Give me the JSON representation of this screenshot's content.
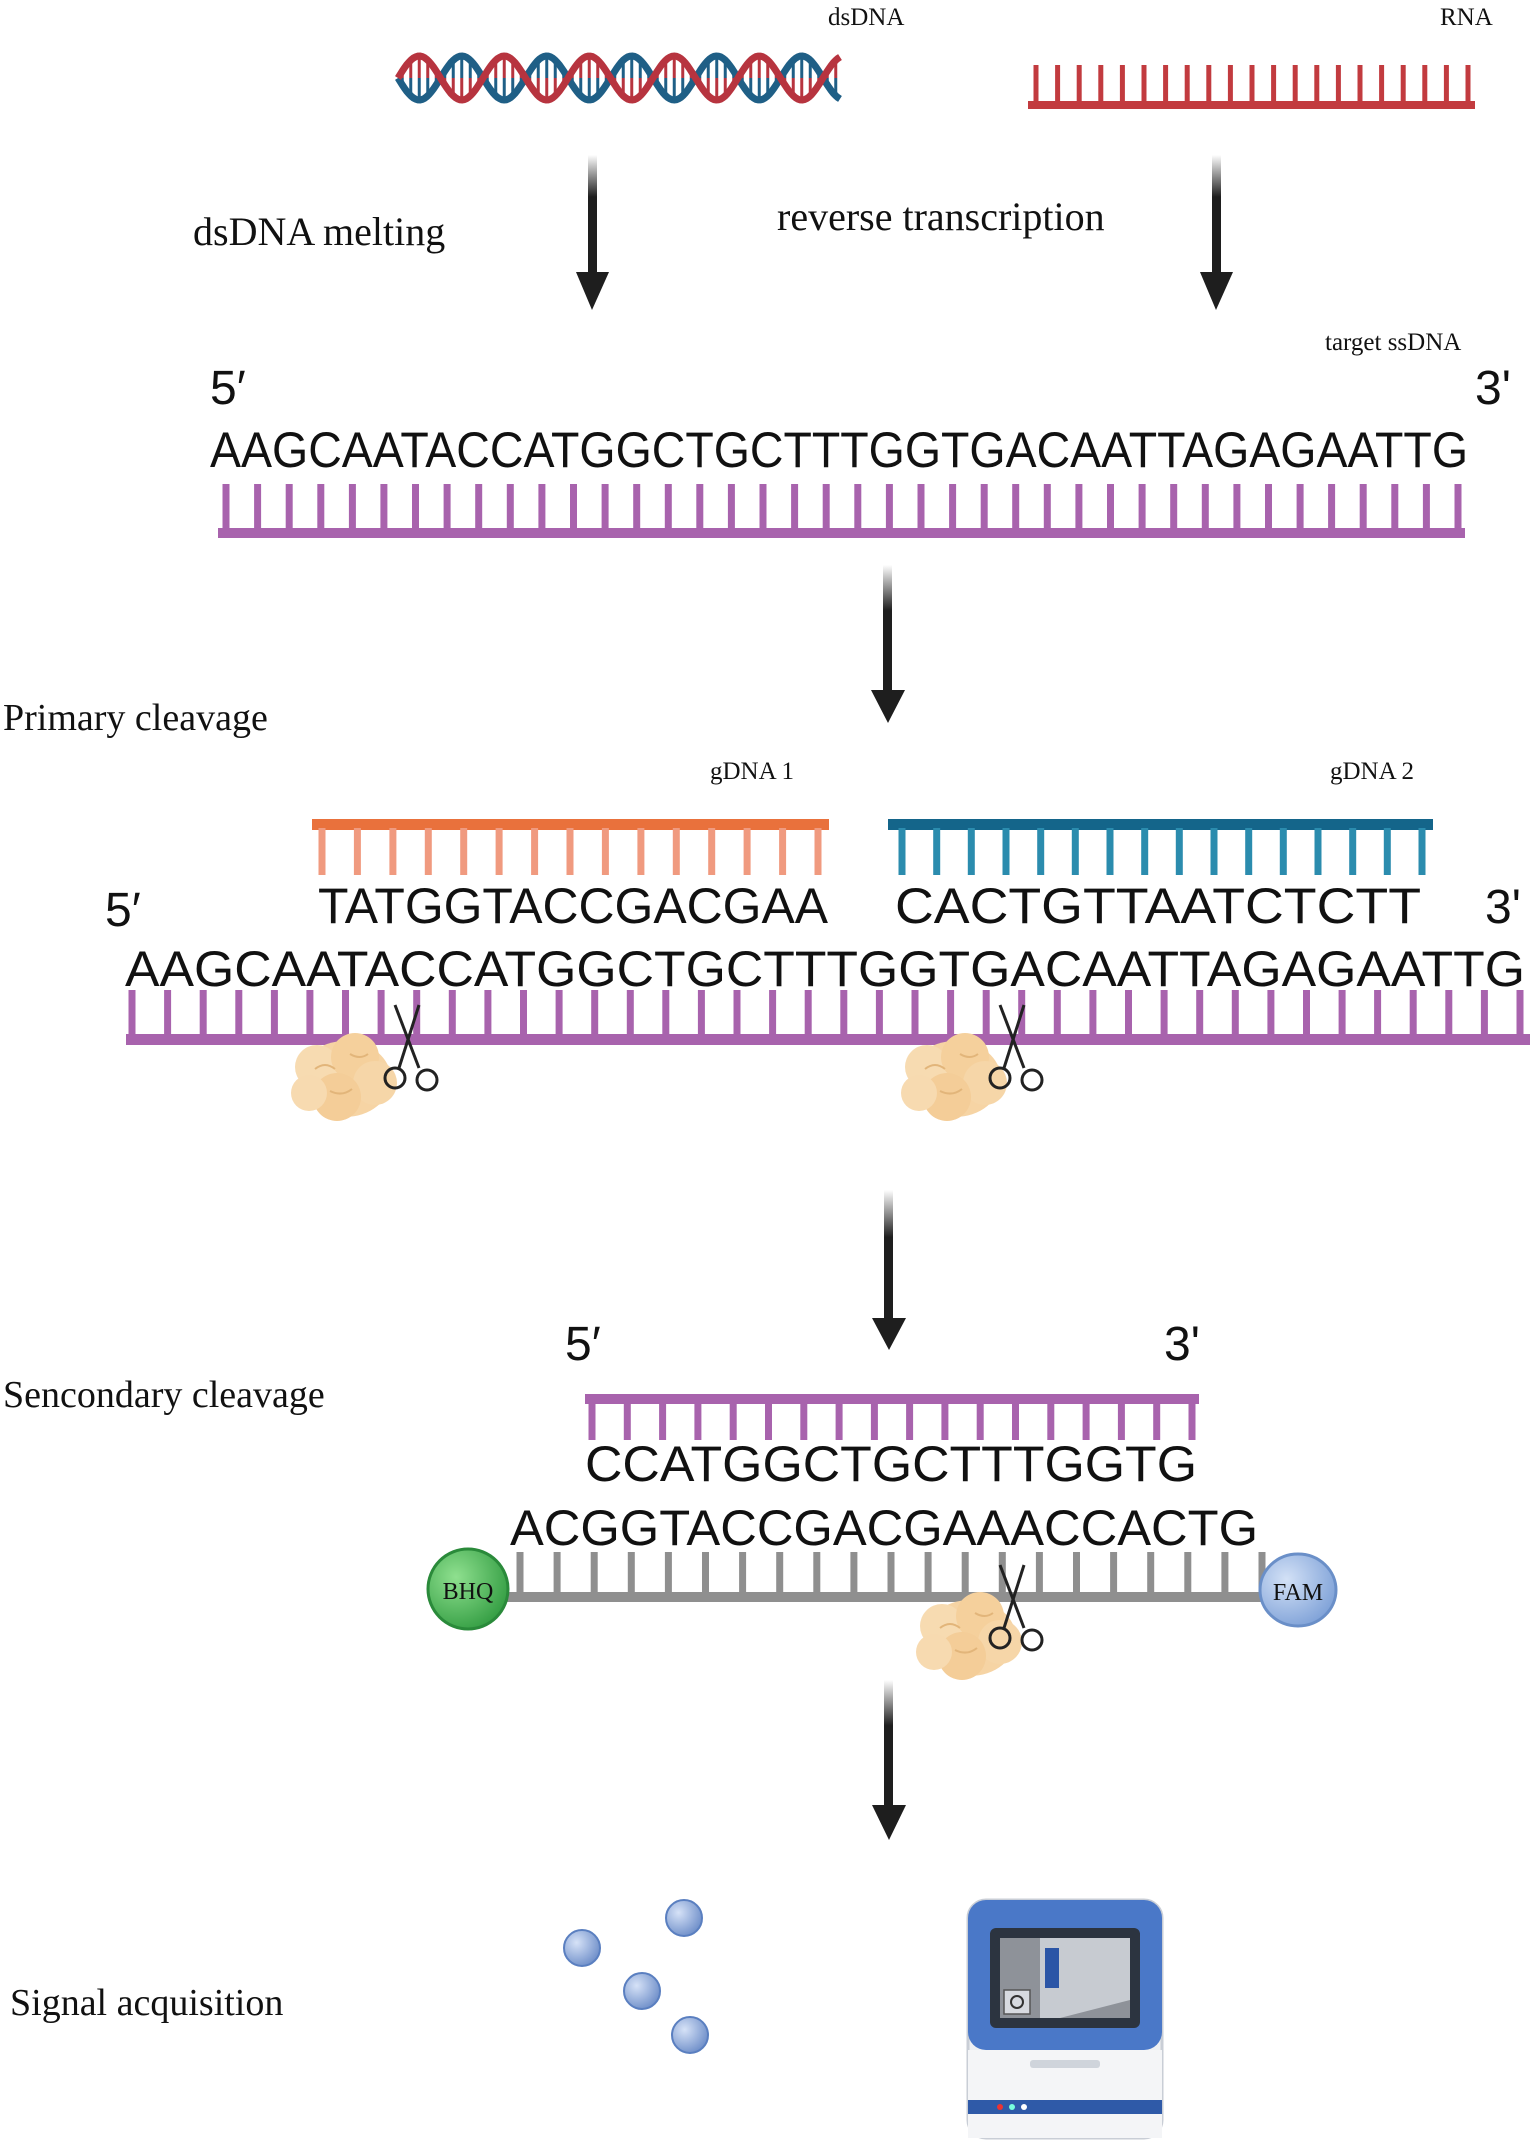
{
  "colors": {
    "dsdna_blue": "#1f5f86",
    "dsdna_red": "#b7343f",
    "rna_red": "#c23b3f",
    "target_purple": "#a863ad",
    "gdna1_orange": "#e9713c",
    "gdna1_light": "#f09a7f",
    "gdna2_blue": "#14658a",
    "gdna2_light": "#2b8cae",
    "reporter_gray": "#8f8f8f",
    "bhq_green": "#3aa84a",
    "fam_blue": "#87a9dc",
    "enzyme_peach": "#f6d4a4",
    "arrow": "#1e1e1e"
  },
  "top": {
    "dsdna_label": "dsDNA",
    "rna_label": "RNA",
    "melting_label": "dsDNA melting",
    "rt_label": "reverse transcription"
  },
  "target": {
    "label": "target ssDNA",
    "five_prime": "5′",
    "three_prime": "3'",
    "sequence": "AAGCAATACCATGGCTGCTTTGGTGACAATTAGAGAATTG"
  },
  "primary": {
    "step_label": "Primary cleavage",
    "gdna1_label": "gDNA 1",
    "gdna2_label": "gDNA 2",
    "gdna1_sequence": "TATGGTACCGACGAA",
    "gdna2_sequence": "CACTGTTAATCTCTT",
    "five_prime": "5′",
    "three_prime": "3'",
    "target_sequence": "AAGCAATACCATGGCTGCTTTGGTGACAATTAGAGAATTG"
  },
  "secondary": {
    "step_label": "Sencondary cleavage",
    "five_prime": "5′",
    "three_prime": "3'",
    "guide_sequence": "CCATGGCTGCTTTGGTG",
    "reporter_sequence": "ACGGTACCGACGAAACCACTG",
    "quencher_label": "BHQ",
    "fluorophore_label": "FAM"
  },
  "signal": {
    "step_label": "Signal acquisition"
  }
}
